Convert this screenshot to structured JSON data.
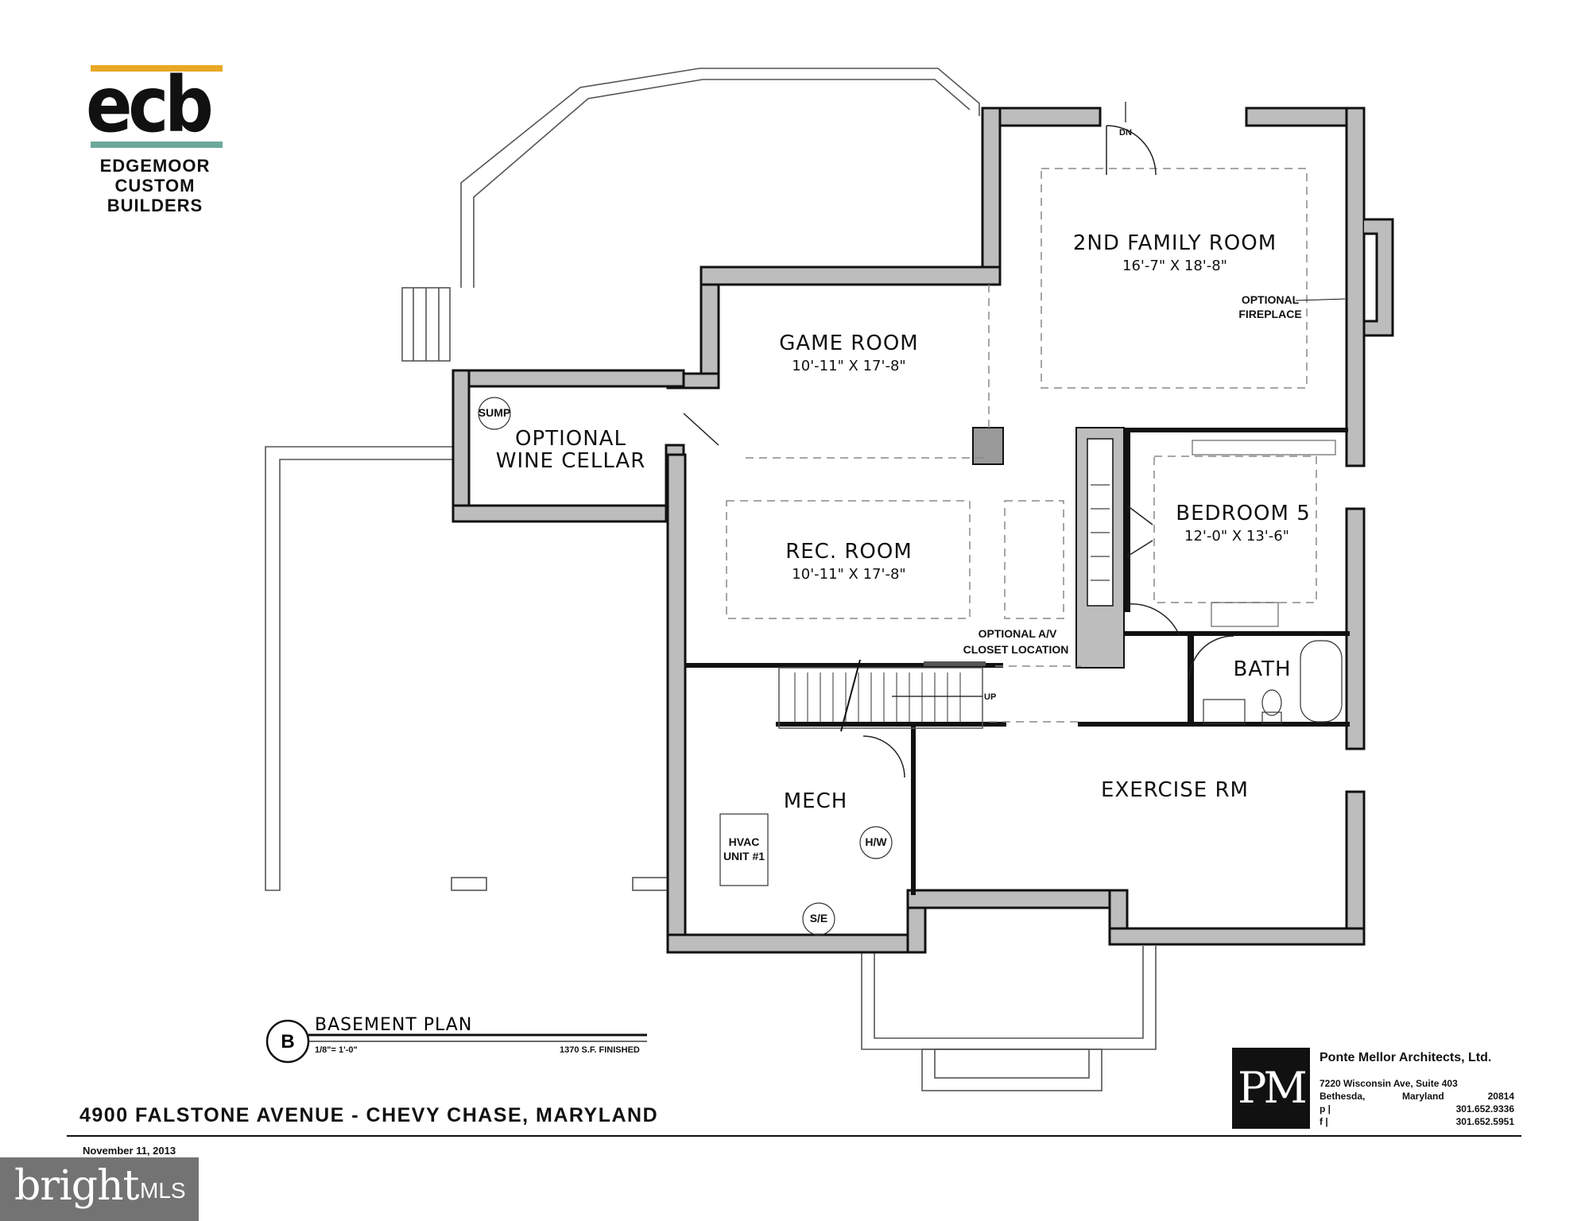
{
  "logo": {
    "mark": "ecb",
    "line1": "EDGEMOOR",
    "line2": "CUSTOM",
    "line3": "BUILDERS",
    "accent_top": "#e8a825",
    "accent_bottom": "#6ca99a"
  },
  "rooms": {
    "family": {
      "name": "2ND FAMILY ROOM",
      "dims": "16'-7\" X 18'-8\""
    },
    "fireplace": {
      "line1": "OPTIONAL",
      "line2": "FIREPLACE"
    },
    "game": {
      "name": "GAME ROOM",
      "dims": "10'-11\" X 17'-8\""
    },
    "wine": {
      "line1": "OPTIONAL",
      "line2": "WINE CELLAR"
    },
    "sump": "SUMP",
    "rec": {
      "name": "REC. ROOM",
      "dims": "10'-11\" X 17'-8\""
    },
    "bedroom": {
      "name": "BEDROOM 5",
      "dims": "12'-0\" X 13'-6\""
    },
    "av": {
      "line1": "OPTIONAL A/V",
      "line2": "CLOSET LOCATION"
    },
    "bath": "BATH",
    "exercise": "EXERCISE RM",
    "mech": "MECH",
    "hvac": {
      "line1": "HVAC",
      "line2": "UNIT #1"
    },
    "hw": "H/W",
    "se": "S/E",
    "dn": "DN",
    "up": "UP"
  },
  "plan_title": {
    "badge": "B",
    "title": "BASEMENT PLAN",
    "scale": "1/8\"= 1'-0\"",
    "area": "1370 S.F. FINISHED"
  },
  "address": "4900 FALSTONE AVENUE - CHEVY CHASE, MARYLAND",
  "date": "November 11, 2013",
  "architect": {
    "mark": "PM",
    "name": "Ponte Mellor Architects, Ltd.",
    "street": "7220 Wisconsin Ave, Suite 403",
    "city": "Bethesda,",
    "state": "Maryland",
    "zip": "20814",
    "phone_label": "p |",
    "phone": "301.652.9336",
    "fax_label": "f |",
    "fax": "301.652.5951"
  },
  "watermark": {
    "word": "bright",
    "suffix": "MLS"
  }
}
